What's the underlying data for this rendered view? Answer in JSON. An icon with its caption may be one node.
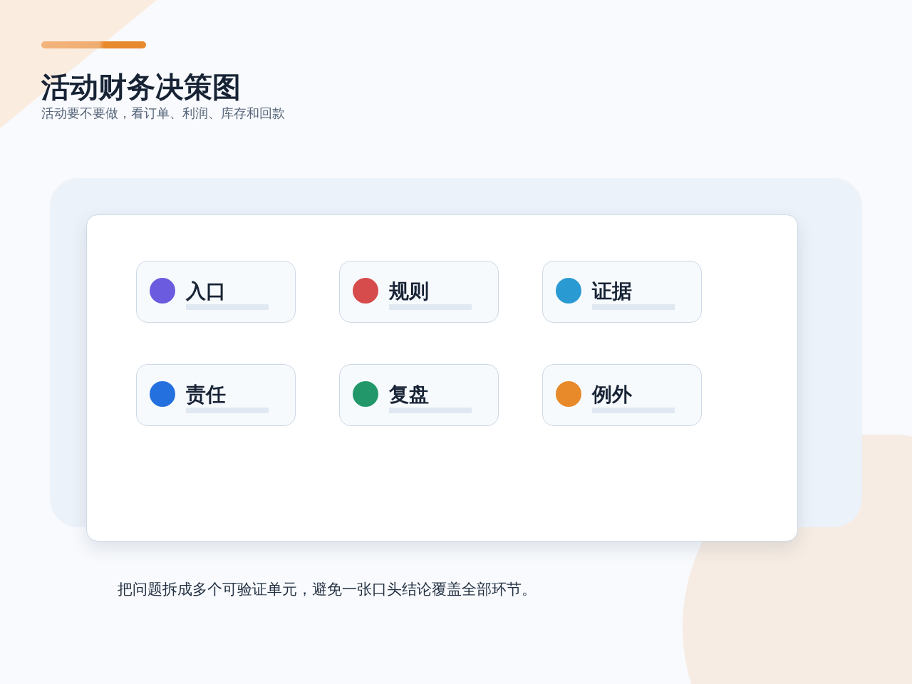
{
  "diagram": {
    "title": "活动财务决策图",
    "nodes": [
      {
        "text": [
          "入口"
        ]
      },
      {
        "text": [
          "规则"
        ]
      },
      {
        "text": [
          "证据"
        ]
      },
      {
        "text": [
          "责任"
        ]
      },
      {
        "text": [
          "复盘"
        ]
      },
      {
        "text": [
          "例外"
        ]
      }
    ],
    "edges": [],
    "labels": [
      "活动要不要做，看订单、利润、库存和回款"
    ],
    "caption": "把问题拆成多个可验证单元，避免一张口头结论覆盖全部环节。"
  }
}
